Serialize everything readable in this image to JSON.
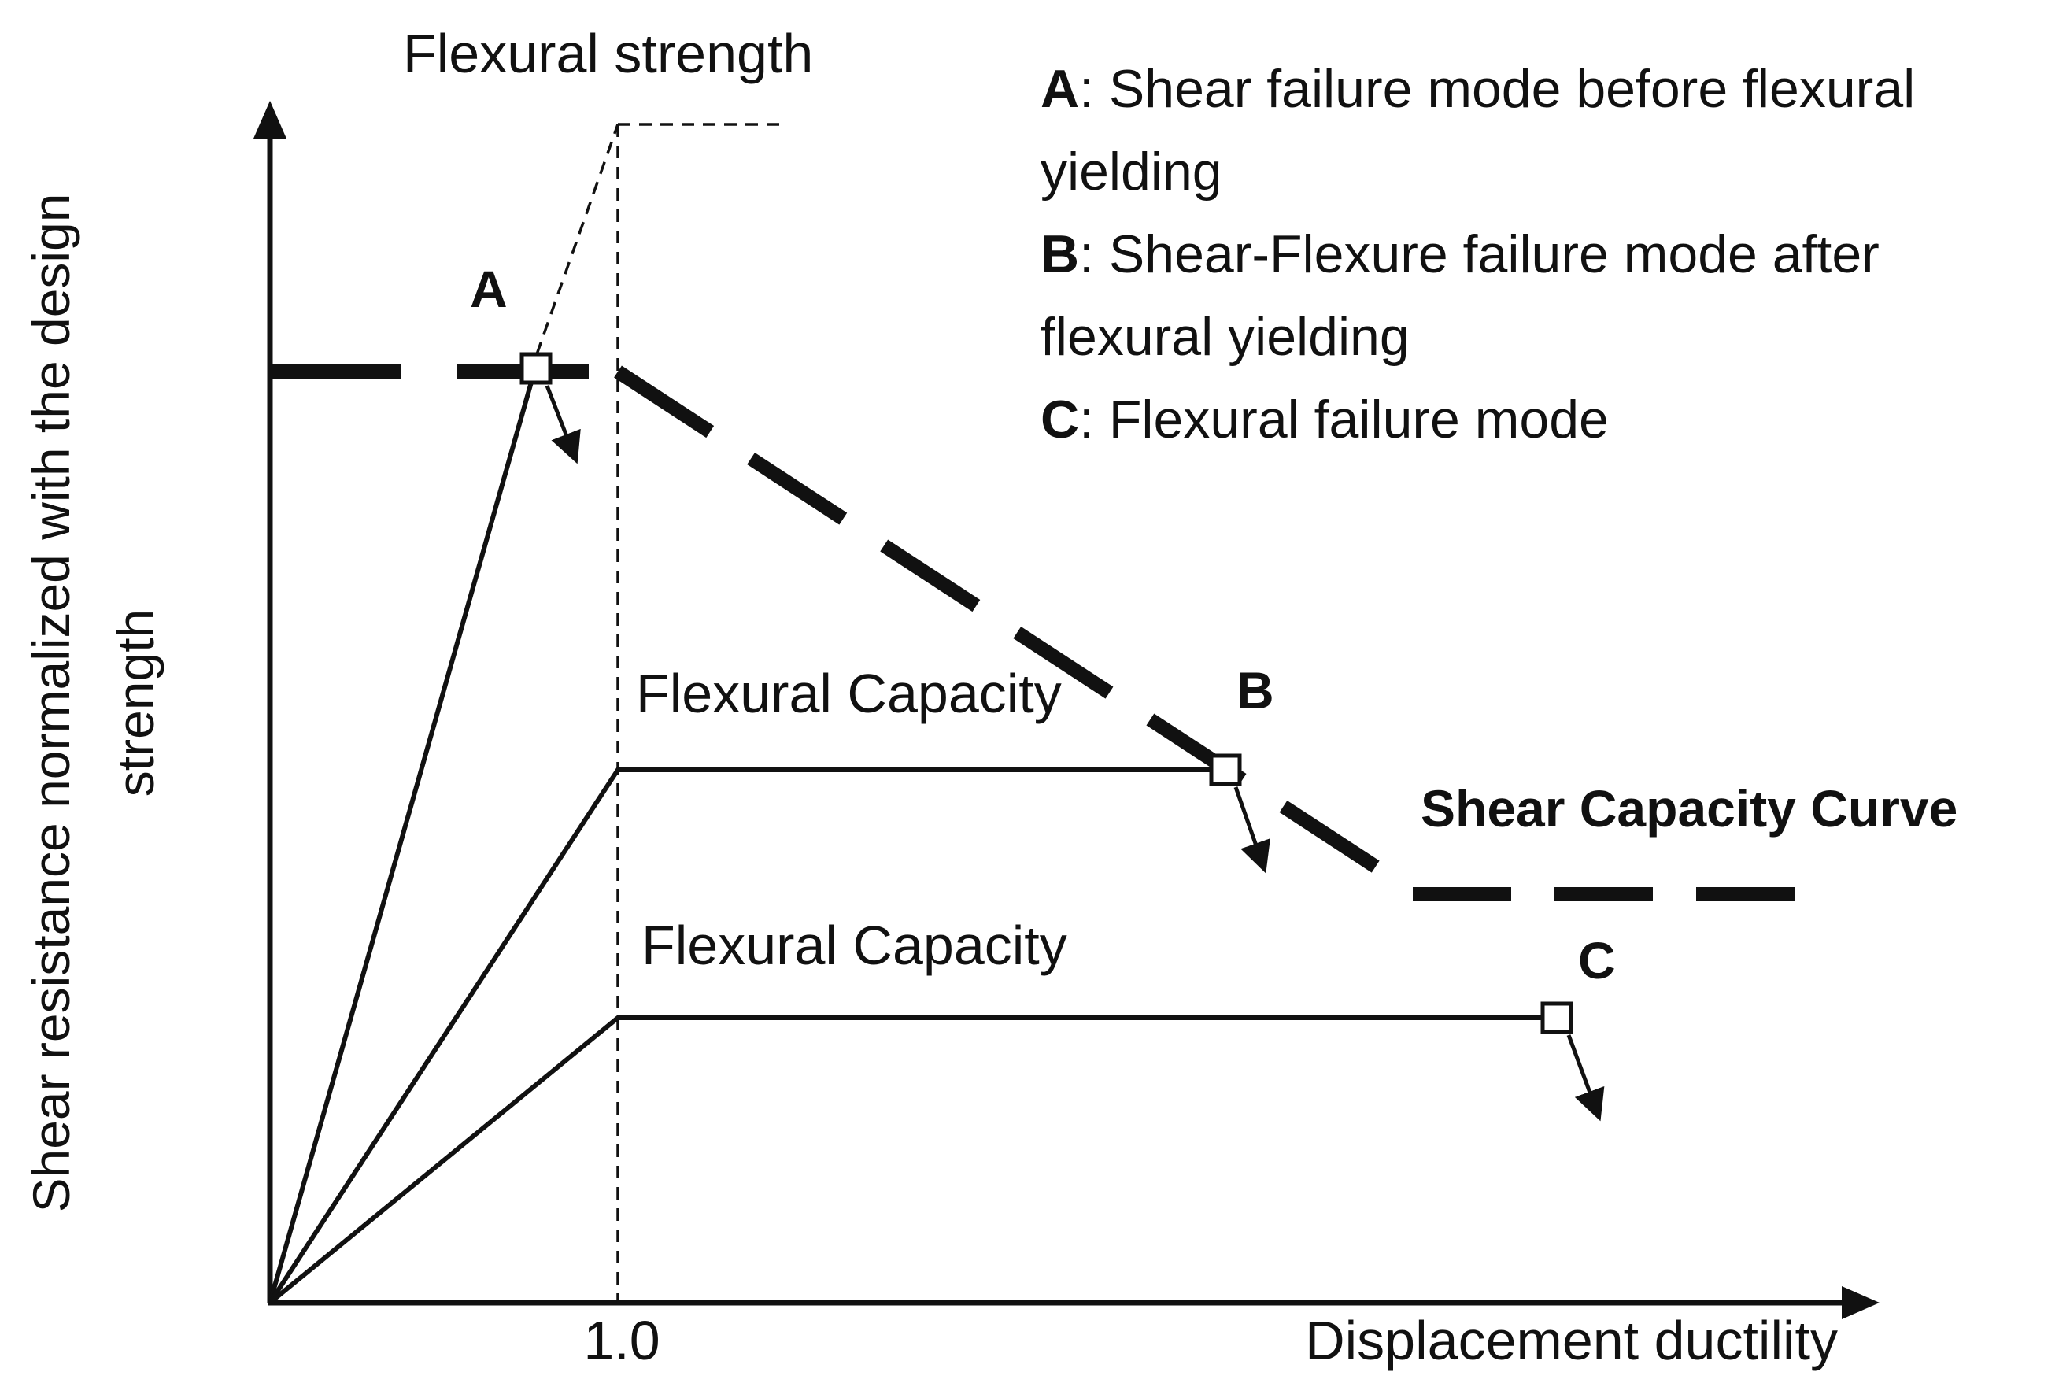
{
  "title": "Flexural strength",
  "y_axis_label": {
    "line1": "Shear resistance normalized with the design",
    "line2": "strength"
  },
  "x_axis_label": "Displacement ductility",
  "x_tick_label": "1.0",
  "curve_labels": {
    "flexural_capacity_upper": "Flexural Capacity",
    "flexural_capacity_lower": "Flexural Capacity",
    "shear_capacity_curve": "Shear Capacity Curve"
  },
  "point_labels": {
    "a": "A",
    "b": "B",
    "c": "C"
  },
  "legend": [
    {
      "key": "A",
      "text_line1": ": Shear failure mode before flexural",
      "text_line2": "yielding"
    },
    {
      "key": "B",
      "text_line1": ": Shear-Flexure failure mode after",
      "text_line2": "flexural yielding"
    },
    {
      "key": "C",
      "text_line1": ": Flexural failure mode",
      "text_line2": ""
    }
  ],
  "colors": {
    "ink": "#111111",
    "background": "#ffffff"
  }
}
